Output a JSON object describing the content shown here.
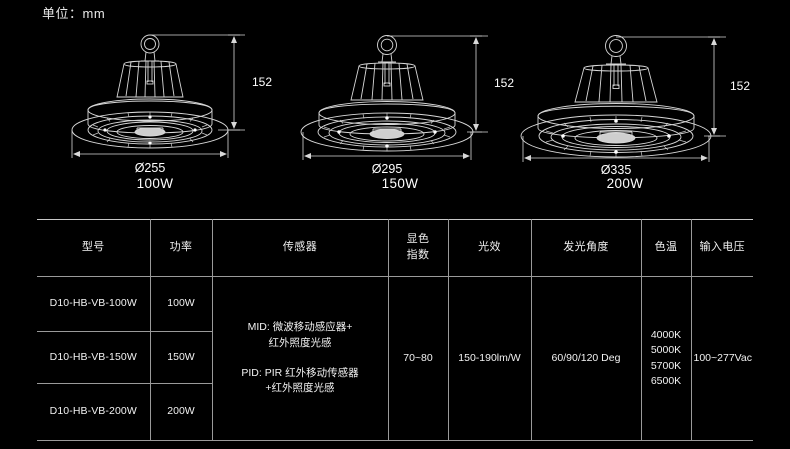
{
  "unit_note": "单位：mm",
  "drawings": [
    {
      "name": "100W",
      "diameter_label": "Ø255",
      "height_label": "152",
      "wattage_label": "100W",
      "diameter_mm": 255,
      "height_mm": 152
    },
    {
      "name": "150W",
      "diameter_label": "Ø295",
      "height_label": "152",
      "wattage_label": "150W",
      "diameter_mm": 295,
      "height_mm": 152
    },
    {
      "name": "200W",
      "diameter_label": "Ø335",
      "height_label": "152",
      "wattage_label": "200W",
      "diameter_mm": 335,
      "height_mm": 152
    }
  ],
  "spec_table": {
    "headers": [
      "型号",
      "功率",
      "传感器",
      "显色\n指数",
      "光效",
      "发光角度",
      "色温",
      "输入电压"
    ],
    "rows": [
      {
        "model": "D10-HB-VB-100W",
        "power": "100W"
      },
      {
        "model": "D10-HB-VB-150W",
        "power": "150W"
      },
      {
        "model": "D10-HB-VB-200W",
        "power": "200W"
      }
    ],
    "merged": {
      "sensor": "MID: 微波移动感应器+\n红外照度光感\n\nPID: PIR 红外移动传感器\n+红外照度光感",
      "cri": "70~80",
      "efficacy": "150-190lm/W",
      "beam_angle": "60/90/120 Deg",
      "cct": "4000K\n5000K\n5700K\n6500K",
      "voltage": "100~277Vac"
    }
  },
  "colors": {
    "background": "#000000",
    "line": "#d8d8d8",
    "table_rule": "#9a9a9a",
    "text": "#ffffff"
  }
}
